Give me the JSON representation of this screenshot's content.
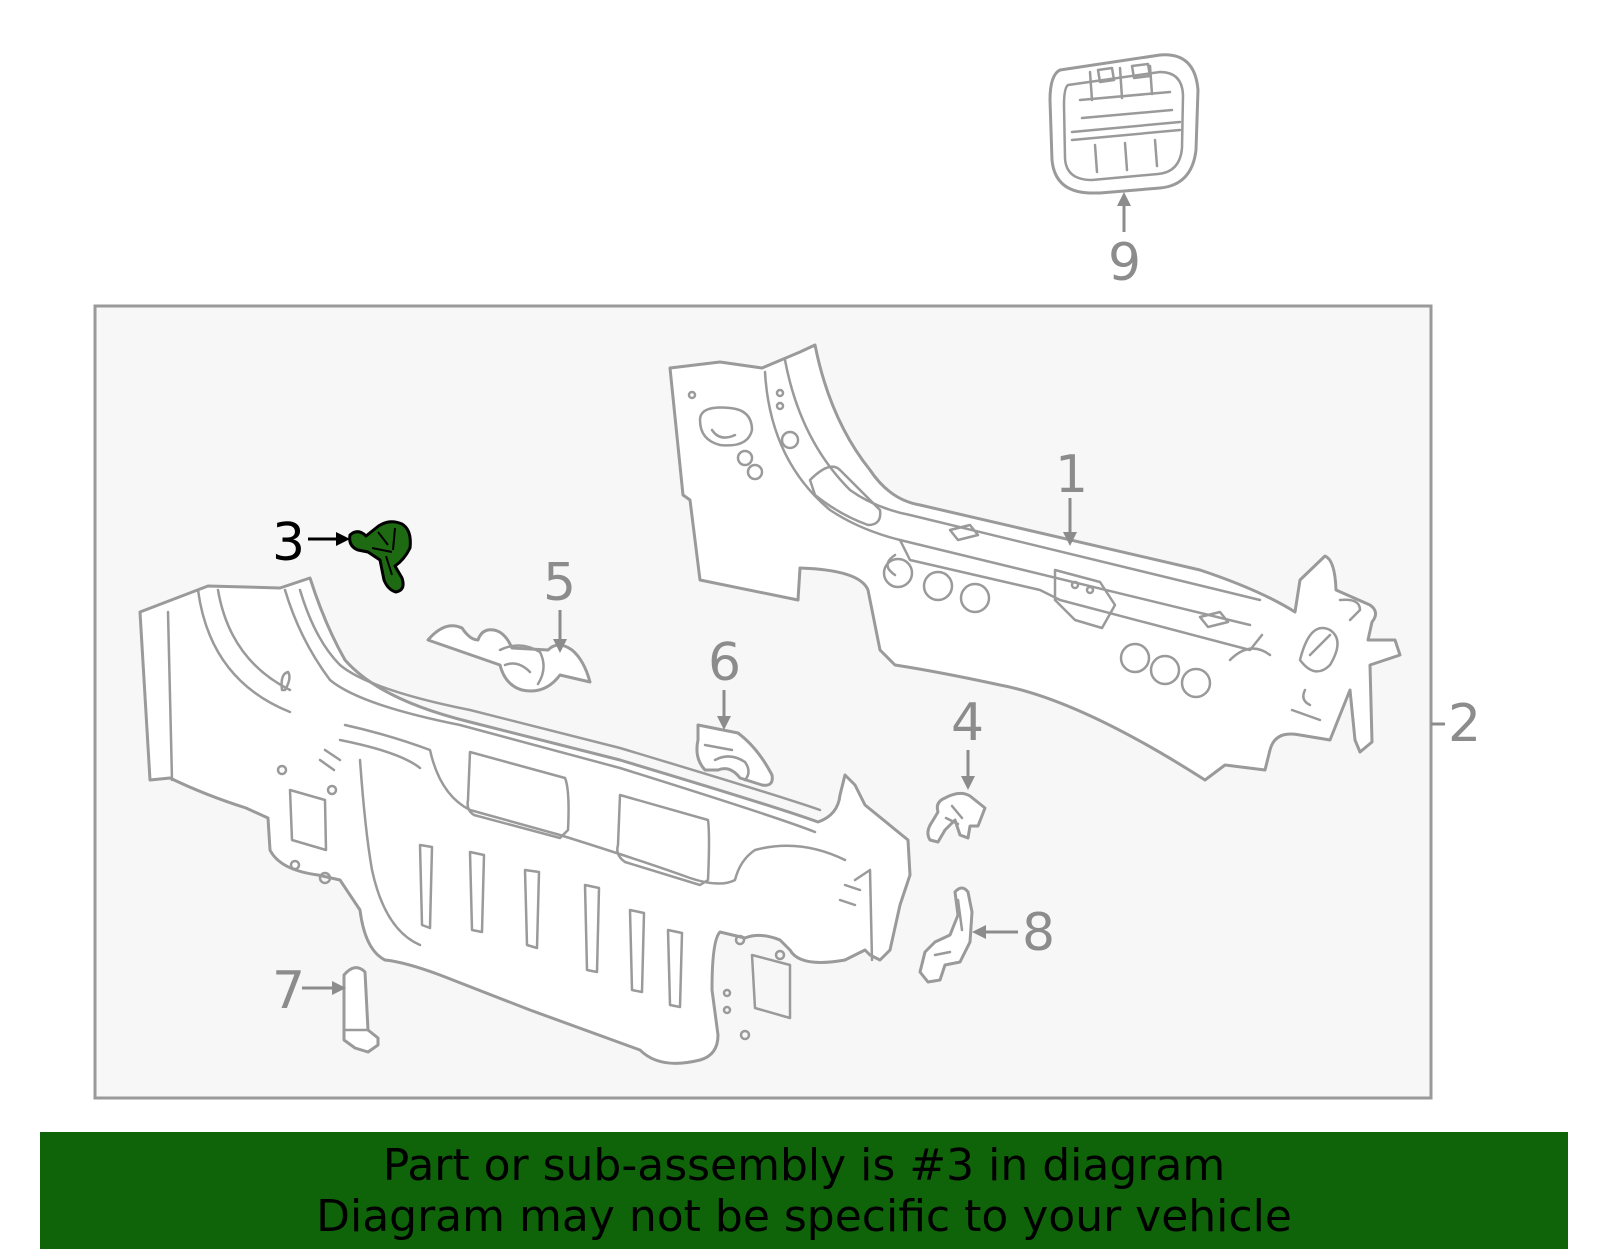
{
  "diagram": {
    "callouts": [
      {
        "id": "1",
        "label": "1"
      },
      {
        "id": "2",
        "label": "2"
      },
      {
        "id": "3",
        "label": "3",
        "highlighted": true
      },
      {
        "id": "4",
        "label": "4"
      },
      {
        "id": "5",
        "label": "5"
      },
      {
        "id": "6",
        "label": "6"
      },
      {
        "id": "7",
        "label": "7"
      },
      {
        "id": "8",
        "label": "8"
      },
      {
        "id": "9",
        "label": "9"
      }
    ],
    "highlight_color": "#1e6a12",
    "line_color": "#9a9a9a",
    "box_fill": "#f7f7f7"
  },
  "banner": {
    "line1": "Part or sub-assembly is #3 in diagram",
    "line2": "Diagram may not be specific to your vehicle",
    "background": "#0f6309"
  }
}
